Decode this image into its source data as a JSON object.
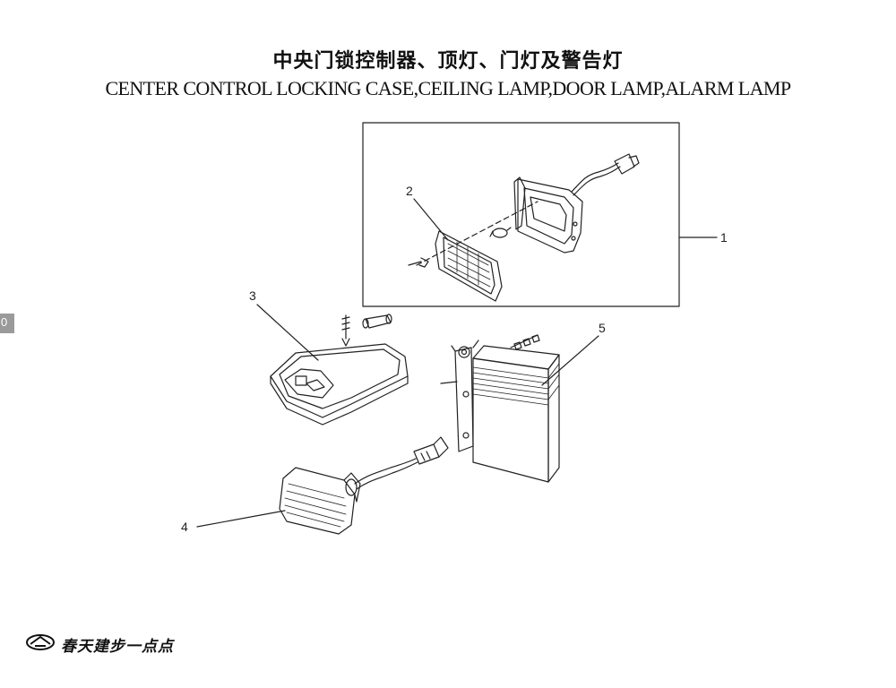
{
  "header": {
    "title_cn": "中央门锁控制器、顶灯、门灯及警告灯",
    "title_en": "CENTER CONTROL LOCKING CASE,CEILING LAMP,DOOR LAMP,ALARM LAMP"
  },
  "callouts": [
    "1",
    "2",
    "3",
    "4",
    "5"
  ],
  "side_tab": {
    "label": "0"
  },
  "footer": {
    "brand_text": "春天建步一点点",
    "logo_icon": "brand-emblem-icon"
  }
}
